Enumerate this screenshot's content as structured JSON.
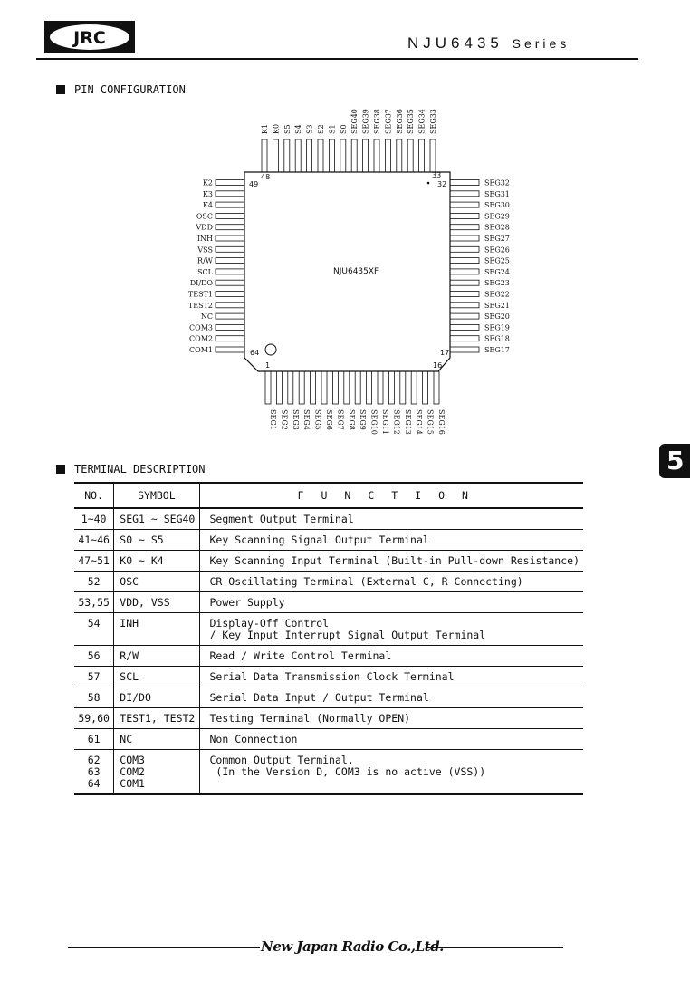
{
  "header": {
    "logo_text": "JRC",
    "series_main": "NJU6435",
    "series_suffix": "Series"
  },
  "pin_config": {
    "heading": "PIN CONFIGURATION",
    "part_number": "NJU6435XF",
    "top_pins": [
      "K1",
      "K0",
      "S5",
      "S4",
      "S3",
      "S2",
      "S1",
      "S0",
      "SEG40",
      "SEG39",
      "SEG38",
      "SEG37",
      "SEG36",
      "SEG35",
      "SEG34",
      "SEG33"
    ],
    "left_pins": [
      "K2",
      "K3",
      "K4",
      "OSC",
      "VDD",
      "INH",
      "VSS",
      "R/W",
      "SCL",
      "DI/DO",
      "TEST1",
      "TEST2",
      "NC",
      "COM3",
      "COM2",
      "COM1"
    ],
    "right_pins": [
      "SEG32",
      "SEG31",
      "SEG30",
      "SEG29",
      "SEG28",
      "SEG27",
      "SEG26",
      "SEG25",
      "SEG24",
      "SEG23",
      "SEG22",
      "SEG21",
      "SEG20",
      "SEG19",
      "SEG18",
      "SEG17"
    ],
    "bottom_pins": [
      "SEG1",
      "SEG2",
      "SEG3",
      "SEG4",
      "SEG5",
      "SEG6",
      "SEG7",
      "SEG8",
      "SEG9",
      "SEG10",
      "SEG11",
      "SEG12",
      "SEG13",
      "SEG14",
      "SEG15",
      "SEG16"
    ],
    "pin_numbers": {
      "n48": "48",
      "n33": "33",
      "n49": "49",
      "n32": "32",
      "n64": "64",
      "n17": "17",
      "n1": "1",
      "n16": "16"
    }
  },
  "section_tab": "5",
  "terminal_description": {
    "heading": "TERMINAL DESCRIPTION",
    "columns": {
      "no": "NO.",
      "symbol": "SYMBOL",
      "function": "FUNCTION"
    },
    "rows": [
      {
        "no": "1~40",
        "symbol": "SEG1 ~ SEG40",
        "function": "Segment Output Terminal"
      },
      {
        "no": "41~46",
        "symbol": "S0 ~ S5",
        "function": "Key Scanning Signal Output Terminal"
      },
      {
        "no": "47~51",
        "symbol": "K0 ~ K4",
        "function": "Key Scanning Input Terminal (Built-in Pull-down Resistance)"
      },
      {
        "no": "52",
        "symbol": "OSC",
        "function": "CR Oscillating Terminal (External C, R Connecting)"
      },
      {
        "no": "53,55",
        "symbol": "VDD, VSS",
        "function": "Power Supply"
      },
      {
        "no": "54",
        "symbol": "INH",
        "function": "Display-Off Control\n/ Key Input Interrupt Signal Output Terminal"
      },
      {
        "no": "56",
        "symbol": "R/W",
        "function": "Read / Write Control Terminal"
      },
      {
        "no": "57",
        "symbol": "SCL",
        "function": "Serial Data Transmission Clock Terminal"
      },
      {
        "no": "58",
        "symbol": "DI/DO",
        "function": "Serial Data Input / Output Terminal"
      },
      {
        "no": "59,60",
        "symbol": "TEST1, TEST2",
        "function": "Testing Terminal (Normally OPEN)"
      },
      {
        "no": "61",
        "symbol": "NC",
        "function": "Non Connection"
      },
      {
        "no": "62\n63\n64",
        "symbol": "COM3\nCOM2\nCOM1",
        "function": "Common Output Terminal.\n (In the Version D, COM3 is no active (VSS))"
      }
    ]
  },
  "footer": {
    "company": "New Japan Radio Co.,Ltd."
  }
}
